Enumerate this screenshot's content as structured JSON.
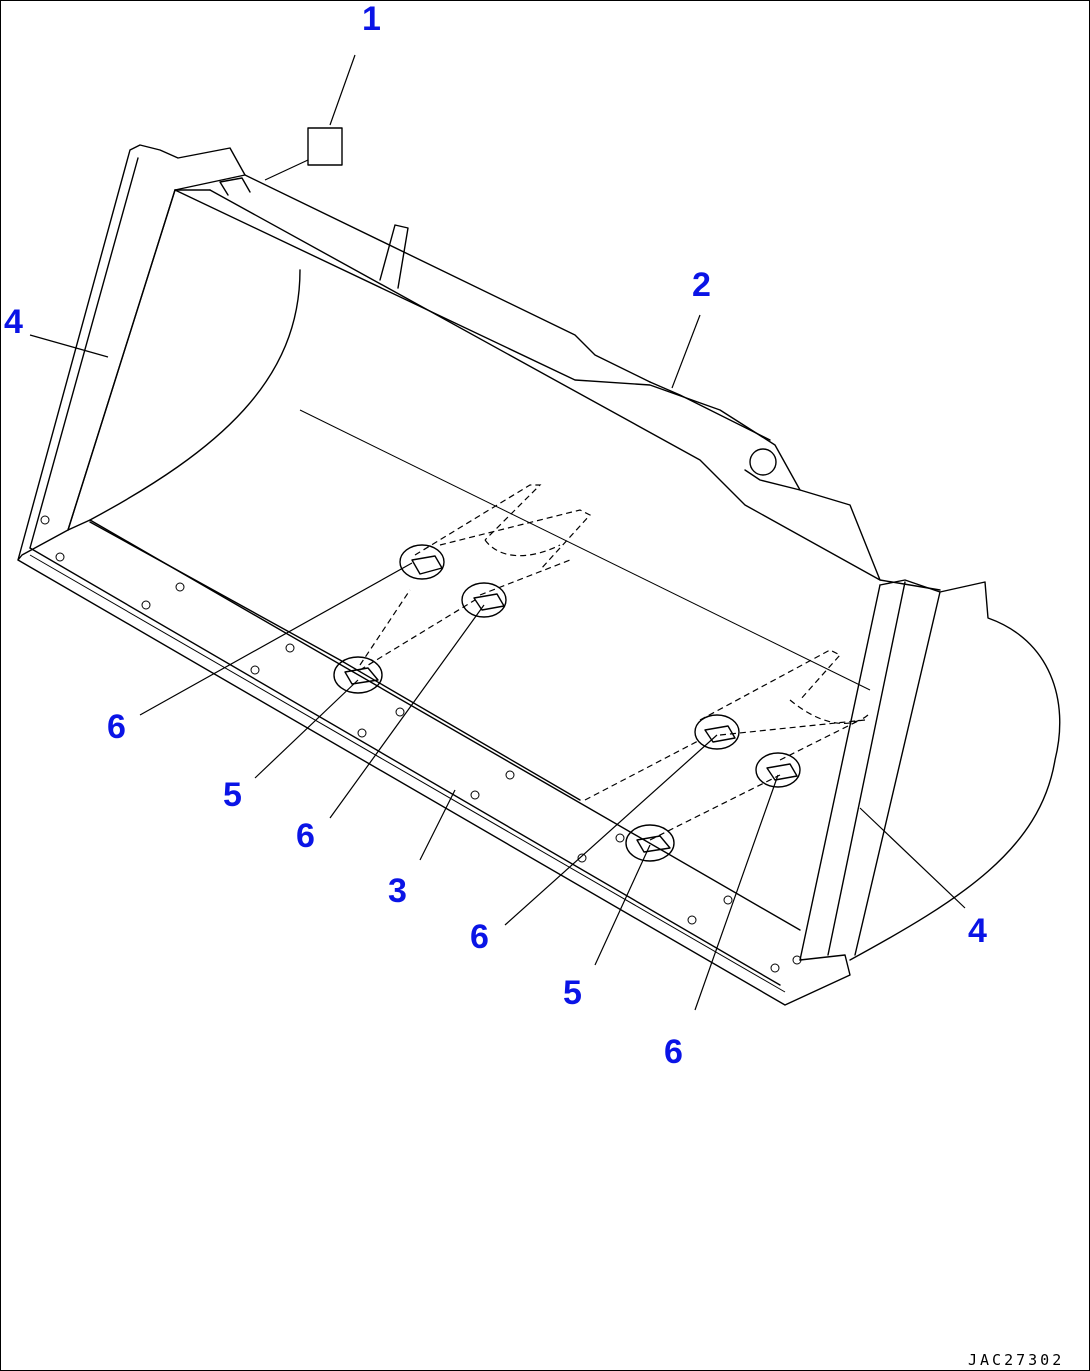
{
  "callout_color": "#0a14e6",
  "callouts": [
    {
      "id": "1",
      "label": "1"
    },
    {
      "id": "2",
      "label": "2"
    },
    {
      "id": "3",
      "label": "3"
    },
    {
      "id": "4a",
      "label": "4"
    },
    {
      "id": "4b",
      "label": "4"
    },
    {
      "id": "5a",
      "label": "5"
    },
    {
      "id": "5b",
      "label": "5"
    },
    {
      "id": "6a",
      "label": "6"
    },
    {
      "id": "6b",
      "label": "6"
    },
    {
      "id": "6c",
      "label": "6"
    },
    {
      "id": "6d",
      "label": "6"
    }
  ],
  "drawing_id": "JAC27302"
}
